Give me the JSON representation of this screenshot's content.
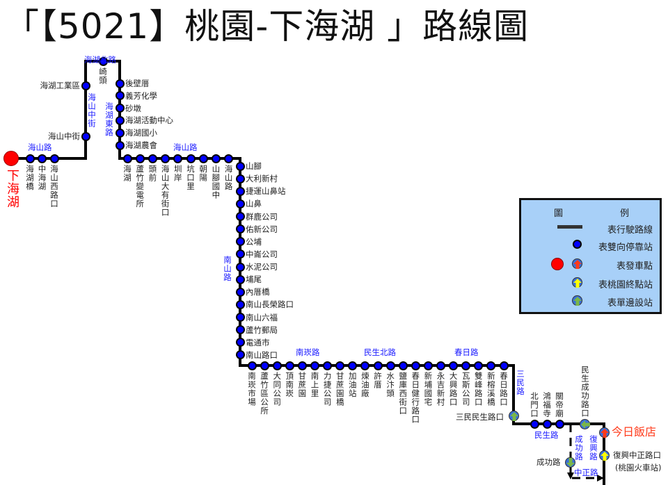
{
  "title": "「【5021】桃園-下海湖 」路線圖",
  "origin": "下海湖",
  "terminal": "今日飯店",
  "stations": {
    "haishan_west": [
      "海湖橋",
      "中海湖",
      "海山西路口"
    ],
    "haishan_zhongjie": [
      "海山中街",
      "海湖工業區"
    ],
    "haihu_north": [
      "崎頭"
    ],
    "haihu_east": [
      "後壁厝",
      "義芳化學",
      "砂墩",
      "海湖活動中心",
      "海湖國小",
      "海湖農會"
    ],
    "haishan_road": [
      "海湖",
      "蘆竹變電所",
      "頭前",
      "海山大有街口",
      "圳岸",
      "坑口里",
      "朝陽",
      "山腳國中",
      "海山路"
    ],
    "nanshan": [
      "山腳",
      "大利新村",
      "捷運山鼻站",
      "山鼻",
      "群鹿公司",
      "佑新公司",
      "公埔",
      "中崙公司",
      "水泥公司",
      "埔尾",
      "內厝橋",
      "南山長榮路口",
      "南山六福",
      "蘆竹郵局",
      "電通市",
      "南山路口"
    ],
    "bottom": [
      "南崁市場",
      "蘆竹區公所",
      "大同公司",
      "頂南崁",
      "甘蔗園",
      "南上里",
      "力捷公司",
      "甘蔗園橋",
      "加油站",
      "煉油廠",
      "許厝",
      "水汴頭",
      "鹽庫西街口",
      "春日健行路口",
      "新埔國宅",
      "永吉新村",
      "大興路口",
      "瓦斯公司",
      "雙峰路口",
      "新榕溪橋",
      "春日路口"
    ],
    "sanmin_minsheng": "三民民生路口",
    "minsheng": [
      "北門口",
      "鴻福寺",
      "關帝廟"
    ],
    "minsheng_chenggong": "民生成功路口",
    "chenggong": "成功路",
    "fuxing_zhongzheng": "復興中正路口",
    "fuxing_zhongzheng_note": "(桃園火車站)"
  },
  "roads": {
    "haishan_1": "海山路",
    "haishan_zhongjie": "海山中街",
    "haihu_north": "海湖北路",
    "haihu_east": "海湖東路",
    "haishan_2": "海山路",
    "nanshan": "南山路",
    "nankan": "南崁路",
    "minsheng_north": "民生北路",
    "chunri": "春日路",
    "sanmin": "三民路",
    "minsheng": "民生路",
    "chenggong": "成功路",
    "fuxing": "復興路",
    "zhongzheng": "中正路"
  },
  "legend": {
    "title_left": "圖",
    "title_right": "例",
    "route": "表行駛路線",
    "bidirectional": "表雙向停靠站",
    "departure": "表發車點",
    "terminal": "表桃園終點站",
    "one_way": "表單邊設站"
  },
  "colors": {
    "stop": "#0000ff",
    "origin": "#ff0000",
    "terminal": "#ffff00",
    "one_way": "#7ab648",
    "legend_bg": "#a8d0f8",
    "road_text": "#1a1aff"
  }
}
